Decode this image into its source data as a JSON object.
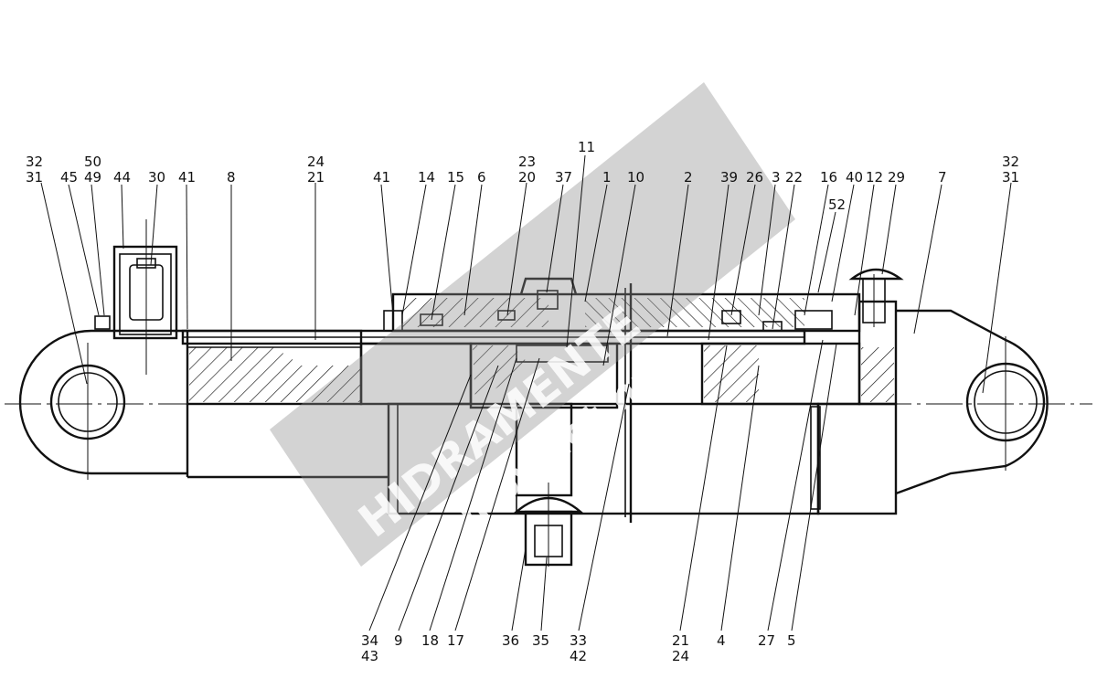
{
  "labels_top": [
    {
      "id": "t-32-31-left",
      "lines": [
        "32",
        "31"
      ]
    },
    {
      "id": "t-45",
      "lines": [
        "45"
      ]
    },
    {
      "id": "t-50-49",
      "lines": [
        "50",
        "49"
      ]
    },
    {
      "id": "t-44",
      "lines": [
        "44"
      ]
    },
    {
      "id": "t-30",
      "lines": [
        "30"
      ]
    },
    {
      "id": "t-41a",
      "lines": [
        "41"
      ]
    },
    {
      "id": "t-8",
      "lines": [
        "8"
      ]
    },
    {
      "id": "t-24-21",
      "lines": [
        "24",
        "21"
      ]
    },
    {
      "id": "t-41b",
      "lines": [
        "41"
      ]
    },
    {
      "id": "t-14",
      "lines": [
        "14"
      ]
    },
    {
      "id": "t-15",
      "lines": [
        "15"
      ]
    },
    {
      "id": "t-6",
      "lines": [
        "6"
      ]
    },
    {
      "id": "t-23-20",
      "lines": [
        "23",
        "20"
      ]
    },
    {
      "id": "t-11",
      "lines": [
        "11"
      ]
    },
    {
      "id": "t-37",
      "lines": [
        "37"
      ]
    },
    {
      "id": "t-1",
      "lines": [
        "1"
      ]
    },
    {
      "id": "t-10",
      "lines": [
        "10"
      ]
    },
    {
      "id": "t-2",
      "lines": [
        "2"
      ]
    },
    {
      "id": "t-39",
      "lines": [
        "39"
      ]
    },
    {
      "id": "t-26",
      "lines": [
        "26"
      ]
    },
    {
      "id": "t-3",
      "lines": [
        "3"
      ]
    },
    {
      "id": "t-22",
      "lines": [
        "22"
      ]
    },
    {
      "id": "t-16",
      "lines": [
        "16"
      ]
    },
    {
      "id": "t-52",
      "lines": [
        "52"
      ]
    },
    {
      "id": "t-40",
      "lines": [
        "40"
      ]
    },
    {
      "id": "t-12",
      "lines": [
        "12"
      ]
    },
    {
      "id": "t-29",
      "lines": [
        "29"
      ]
    },
    {
      "id": "t-7",
      "lines": [
        "7"
      ]
    },
    {
      "id": "t-32-31-right",
      "lines": [
        "32",
        "31"
      ]
    }
  ],
  "labels_bottom": [
    {
      "id": "b-34-43",
      "lines": [
        "34",
        "43"
      ]
    },
    {
      "id": "b-9",
      "lines": [
        "9"
      ]
    },
    {
      "id": "b-18",
      "lines": [
        "18"
      ]
    },
    {
      "id": "b-17",
      "lines": [
        "17"
      ]
    },
    {
      "id": "b-36",
      "lines": [
        "36"
      ]
    },
    {
      "id": "b-35",
      "lines": [
        "35"
      ]
    },
    {
      "id": "b-33-42",
      "lines": [
        "33",
        "42"
      ]
    },
    {
      "id": "b-21-24",
      "lines": [
        "21",
        "24"
      ]
    },
    {
      "id": "b-4",
      "lines": [
        "4"
      ]
    },
    {
      "id": "b-27",
      "lines": [
        "27"
      ]
    },
    {
      "id": "b-5",
      "lines": [
        "5"
      ]
    }
  ],
  "watermark": {
    "brand": "HIDRAMENTE",
    "site": "movelet.hu",
    "color": "#8c8c8c"
  }
}
